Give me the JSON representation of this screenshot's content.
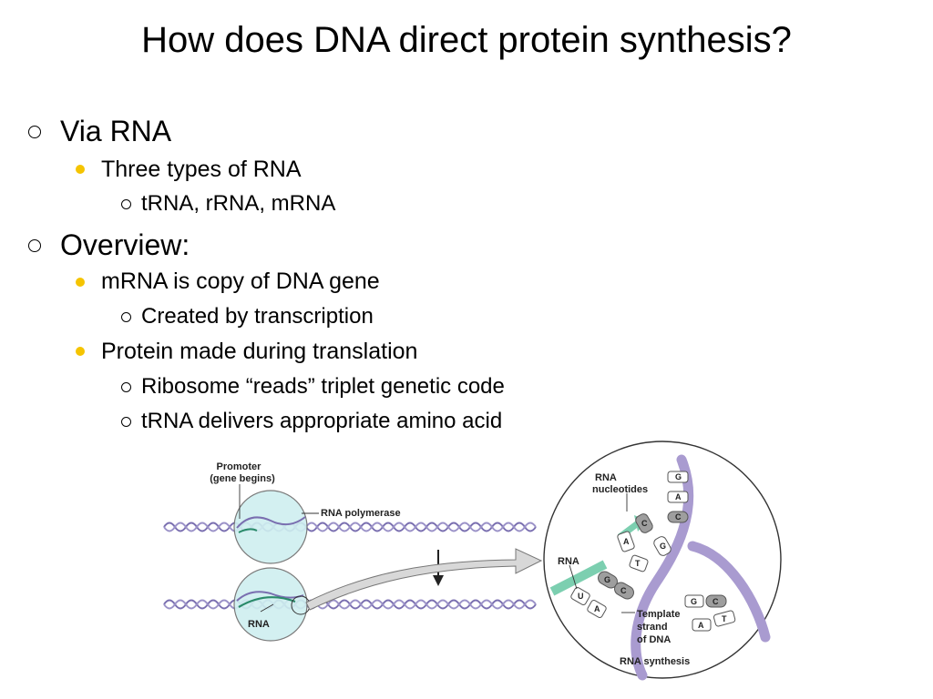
{
  "slide": {
    "title": "How does DNA direct protein synthesis?"
  },
  "bullets": [
    {
      "level": 1,
      "text": "Via RNA"
    },
    {
      "level": 2,
      "text": "Three types of RNA"
    },
    {
      "level": 3,
      "text": "tRNA, rRNA, mRNA"
    },
    {
      "level": 1,
      "text": "Overview:"
    },
    {
      "level": 2,
      "text": "mRNA is copy of DNA gene"
    },
    {
      "level": 3,
      "text": "Created by transcription"
    },
    {
      "level": 2,
      "text": "Protein made during translation"
    },
    {
      "level": 3,
      "text": "Ribosome “reads” triplet genetic code"
    },
    {
      "level": 3,
      "text": "tRNA delivers appropriate amino acid"
    }
  ],
  "figure": {
    "labels": {
      "promoter_line1": "Promoter",
      "promoter_line2": "(gene begins)",
      "rna_polymerase": "RNA polymerase",
      "rna_left": "RNA",
      "rna_nucleotides_line1": "RNA",
      "rna_nucleotides_line2": "nucleotides",
      "rna_inset": "RNA",
      "template_line1": "Template",
      "template_line2": "strand",
      "template_line3": "of DNA",
      "caption": "RNA synthesis"
    },
    "nucleotides": {
      "incoming": [
        "G",
        "A",
        "C"
      ],
      "free": [
        "C",
        "G",
        "A",
        "T"
      ],
      "paired_rna": [
        "G",
        "C",
        "U",
        "A"
      ],
      "dna_pair_top": [
        "G",
        "C"
      ],
      "dna_pair_bottom": [
        "A",
        "T"
      ]
    },
    "colors": {
      "dna_strand": "#7a6fb0",
      "rna_strand": "#7ccfb0",
      "bubble_fill": "#cfeff0",
      "inset_dna": "#a99bd0",
      "arrow_fill": "#d8d8d8"
    }
  }
}
